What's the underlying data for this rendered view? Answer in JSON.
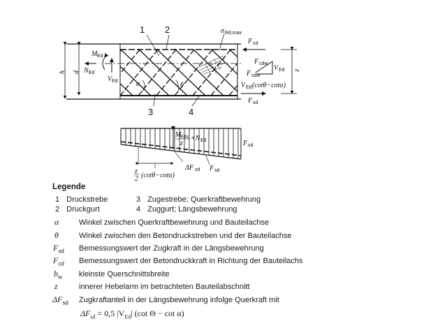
{
  "diagram": {
    "labels": {
      "one": "1",
      "two": "2",
      "three": "3",
      "four": "4",
      "sigma": "σ",
      "sigma_sub": "Rd,max",
      "h": "h",
      "d": "d",
      "z": "z",
      "M": "M",
      "M_sub": "Ed",
      "N": "N",
      "N_sub": "Ed",
      "V": "V",
      "V_sub": "Ed",
      "alpha": "α",
      "theta": "θ",
      "Fcd": "F",
      "Fcd_sub": "cd",
      "Fsd": "F",
      "Fsd_sub": "sd",
      "Fcdw": "F",
      "Fcdw_sub": "cdw",
      "Fsdw": "F",
      "Fsdw_sub": "sdw",
      "Vtri": "V",
      "Vtri_sub": "Ed",
      "Vcot": "V",
      "Vcot_sub": "Ed",
      "Vcot_rest": "(cotθ−cotα)"
    },
    "lower": {
      "Meds": "M",
      "Meds_sub": "Eds",
      "over_z": "z",
      "plusN": "+N",
      "plusN_sub": "Ed",
      "Fsd_right": "F",
      "Fsd_right_sub": "sd",
      "dF": "ΔF",
      "dF_sub": "sd",
      "Fsd_line": "F",
      "Fsd_line_sub": "sd",
      "dim_num": "z",
      "dim_den": "2",
      "dim_rest": "(cotθ−cotα)"
    }
  },
  "legend": {
    "title": "Legende",
    "numbered": [
      {
        "num": "1",
        "text": "Druckstrebe"
      },
      {
        "num": "2",
        "text": "Druckgurt"
      },
      {
        "num": "3",
        "text": "Zugestrebe; Querkraftbewehrung"
      },
      {
        "num": "4",
        "text": "Zuggurt; Längsbewehrung"
      }
    ],
    "symbols": [
      {
        "sym": "α",
        "sub": "",
        "text": "Winkel zwischen Querkraftbewehrung und Bauteilachse"
      },
      {
        "sym": "θ",
        "sub": "",
        "text": "Winkel zwischen den Betondruckstreben und der Bauteilachse"
      },
      {
        "sym": "F",
        "sub": "sd",
        "text": "Bemessungswert der Zugkraft in der Längsbewehrung"
      },
      {
        "sym": "F",
        "sub": "cd",
        "text": "Bemessungswert der Betondruckkraft in Richtung der Bauteilachs"
      },
      {
        "sym": "b",
        "sub": "w",
        "text": "kleinste Querschnittsbreite"
      },
      {
        "sym": "z",
        "sub": "",
        "text": "innerer Hebelarm im betrachteten Bauteilabschnitt"
      },
      {
        "sym": "ΔF",
        "sub": "sd",
        "text": "Zugkraftanteil in der Längsbewehrung infolge Querkraft mit"
      }
    ],
    "formula": "ΔF_sd = 0,5 |V_Ed| (cot Θ − cot α)",
    "formula_parts": {
      "lhs": "ΔF",
      "lhs_sub": "sd",
      "mid": " = 0,5 |V",
      "mid_sub": "Ed",
      "rhs": "| (cot Θ − cot α)"
    }
  }
}
